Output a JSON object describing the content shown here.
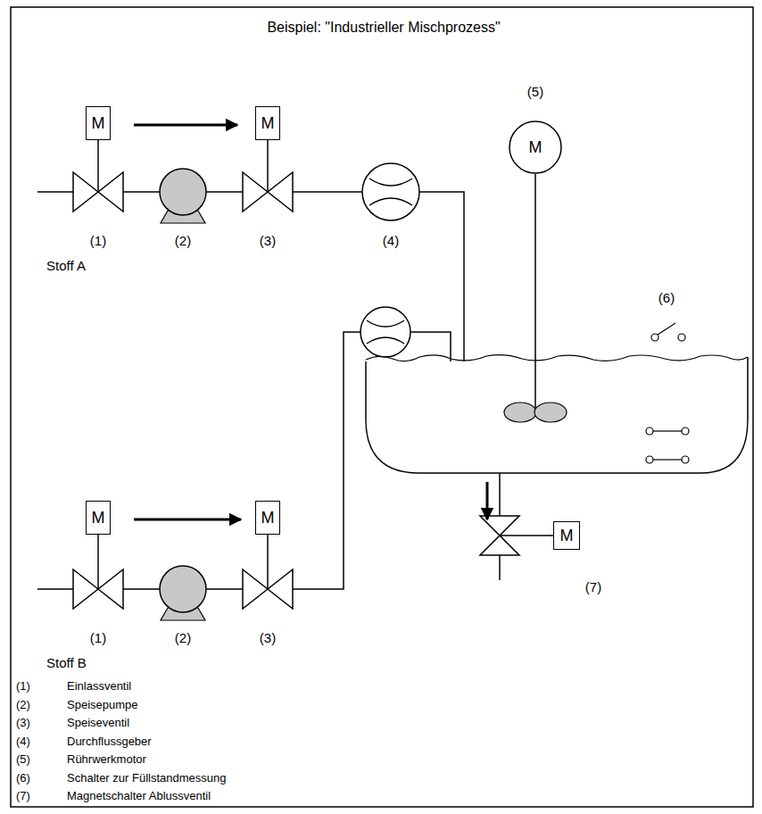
{
  "diagram": {
    "title": "Beispiel: \"Industrieller Mischprozess\"",
    "nodes": [
      {
        "text": [
          "M"
        ]
      },
      {
        "text": [
          "M"
        ]
      },
      {
        "text": [
          "M"
        ]
      },
      {
        "text": [
          "M"
        ]
      },
      {
        "text": [
          "M"
        ]
      },
      {
        "text": [
          "M"
        ]
      }
    ],
    "labels": [
      "(1)",
      "(2)",
      "(3)",
      "(4)",
      "Stoff A",
      "(5)",
      "(6)",
      "(1)",
      "(2)",
      "(3)",
      "Stoff B",
      "(7)",
      "(1)",
      "Einlassventil",
      "(2)",
      "Speisepumpe",
      "(3)",
      "Speiseventil",
      "(4)",
      "Durchflussgeber",
      "(5)",
      "Rührwerkmotor",
      "(6)",
      "Schalter zur Füllstandmessung",
      "(7)",
      "Magnetschalter Ablussventil"
    ]
  }
}
